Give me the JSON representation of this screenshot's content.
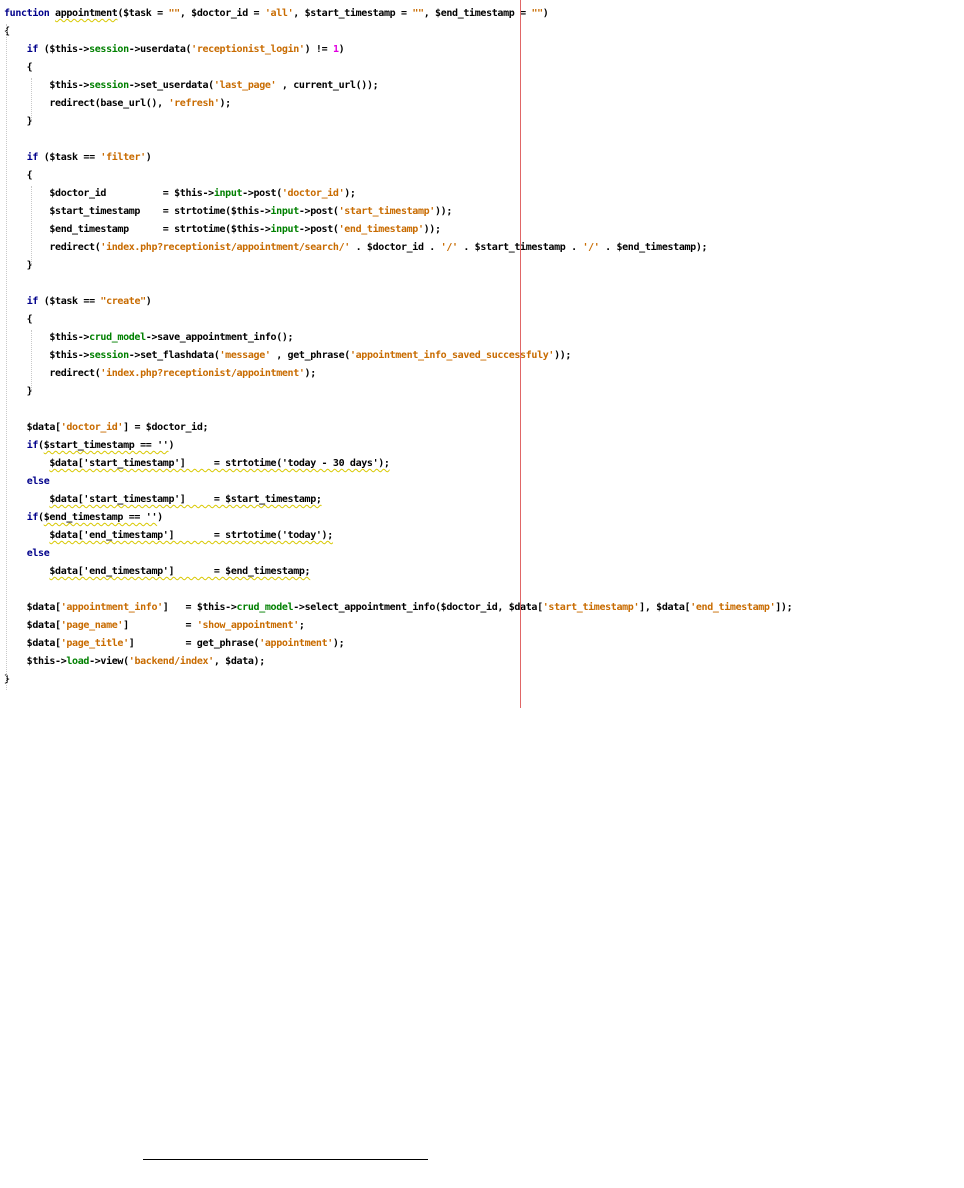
{
  "code": {
    "lines": [
      [
        {
          "t": "function",
          "c": "kw"
        },
        {
          "t": " "
        },
        {
          "t": "appointment",
          "c": "squig"
        },
        {
          "t": "($task = "
        },
        {
          "t": "\"\"",
          "c": "str"
        },
        {
          "t": ", $doctor_id = "
        },
        {
          "t": "'all'",
          "c": "str"
        },
        {
          "t": ", $start_timestamp = "
        },
        {
          "t": "\"\"",
          "c": "str"
        },
        {
          "t": ", $end_timestamp = "
        },
        {
          "t": "\"\"",
          "c": "str"
        },
        {
          "t": ")"
        }
      ],
      [
        {
          "t": "{"
        }
      ],
      [
        {
          "t": "    "
        },
        {
          "t": "if",
          "c": "kw"
        },
        {
          "t": " ($this->"
        },
        {
          "t": "session",
          "c": "prop"
        },
        {
          "t": "->userdata("
        },
        {
          "t": "'receptionist_login'",
          "c": "str"
        },
        {
          "t": ") != "
        },
        {
          "t": "1",
          "c": "num"
        },
        {
          "t": ")"
        }
      ],
      [
        {
          "t": "    {"
        }
      ],
      [
        {
          "t": "        $this->"
        },
        {
          "t": "session",
          "c": "prop"
        },
        {
          "t": "->set_userdata("
        },
        {
          "t": "'last_page'",
          "c": "str"
        },
        {
          "t": " , current_url());"
        }
      ],
      [
        {
          "t": "        redirect(base_url(), "
        },
        {
          "t": "'refresh'",
          "c": "str"
        },
        {
          "t": ");"
        }
      ],
      [
        {
          "t": "    }"
        }
      ],
      [],
      [
        {
          "t": "    "
        },
        {
          "t": "if",
          "c": "kw"
        },
        {
          "t": " ($task == "
        },
        {
          "t": "'filter'",
          "c": "str"
        },
        {
          "t": ")"
        }
      ],
      [
        {
          "t": "    {"
        }
      ],
      [
        {
          "t": "        $doctor_id          = $this->"
        },
        {
          "t": "input",
          "c": "prop"
        },
        {
          "t": "->post("
        },
        {
          "t": "'doctor_id'",
          "c": "str"
        },
        {
          "t": ");"
        }
      ],
      [
        {
          "t": "        $start_timestamp    = strtotime($this->"
        },
        {
          "t": "input",
          "c": "prop"
        },
        {
          "t": "->post("
        },
        {
          "t": "'start_timestamp'",
          "c": "str"
        },
        {
          "t": "));"
        }
      ],
      [
        {
          "t": "        $end_timestamp      = strtotime($this->"
        },
        {
          "t": "input",
          "c": "prop"
        },
        {
          "t": "->post("
        },
        {
          "t": "'end_timestamp'",
          "c": "str"
        },
        {
          "t": "));"
        }
      ],
      [
        {
          "t": "        redirect("
        },
        {
          "t": "'index.php?receptionist/appointment/search/'",
          "c": "str"
        },
        {
          "t": " . $doctor_id . "
        },
        {
          "t": "'/'",
          "c": "str"
        },
        {
          "t": " . $start_timestamp . "
        },
        {
          "t": "'/'",
          "c": "str"
        },
        {
          "t": " . $end_timestamp);"
        }
      ],
      [
        {
          "t": "    }"
        }
      ],
      [],
      [
        {
          "t": "    "
        },
        {
          "t": "if",
          "c": "kw"
        },
        {
          "t": " ($task == "
        },
        {
          "t": "\"create\"",
          "c": "str"
        },
        {
          "t": ")"
        }
      ],
      [
        {
          "t": "    {"
        }
      ],
      [
        {
          "t": "        $this->"
        },
        {
          "t": "crud_model",
          "c": "prop"
        },
        {
          "t": "->save_appointment_info();"
        }
      ],
      [
        {
          "t": "        $this->"
        },
        {
          "t": "session",
          "c": "prop"
        },
        {
          "t": "->set_flashdata("
        },
        {
          "t": "'message'",
          "c": "str"
        },
        {
          "t": " , get_phrase("
        },
        {
          "t": "'appointment_info_saved_successfuly'",
          "c": "str"
        },
        {
          "t": "));"
        }
      ],
      [
        {
          "t": "        redirect("
        },
        {
          "t": "'index.php?receptionist/appointment'",
          "c": "str"
        },
        {
          "t": ");"
        }
      ],
      [
        {
          "t": "    }"
        }
      ],
      [],
      [
        {
          "t": "    $data["
        },
        {
          "t": "'doctor_id'",
          "c": "str"
        },
        {
          "t": "] = $doctor_id;"
        }
      ],
      [
        {
          "t": "    "
        },
        {
          "t": "if",
          "c": "kw"
        },
        {
          "t": "("
        },
        {
          "t": "$start_timestamp == ''",
          "c": "squig"
        },
        {
          "t": ")"
        }
      ],
      [
        {
          "t": "        "
        },
        {
          "t": "$data['start_timestamp']     = strtotime('today - 30 days');",
          "c": "squig"
        }
      ],
      [
        {
          "t": "    "
        },
        {
          "t": "else",
          "c": "kw"
        }
      ],
      [
        {
          "t": "        "
        },
        {
          "t": "$data['start_timestamp']     = $start_timestamp;",
          "c": "squig"
        }
      ],
      [
        {
          "t": "    "
        },
        {
          "t": "if",
          "c": "kw"
        },
        {
          "t": "("
        },
        {
          "t": "$end_timestamp == ''",
          "c": "squig"
        },
        {
          "t": ")"
        }
      ],
      [
        {
          "t": "        "
        },
        {
          "t": "$data['end_timestamp']       = strtotime('today');",
          "c": "squig"
        }
      ],
      [
        {
          "t": "    "
        },
        {
          "t": "else",
          "c": "kw"
        }
      ],
      [
        {
          "t": "        "
        },
        {
          "t": "$data['end_timestamp']       = $end_timestamp;",
          "c": "squig"
        }
      ],
      [],
      [
        {
          "t": "    $data["
        },
        {
          "t": "'appointment_info'",
          "c": "str"
        },
        {
          "t": "]   = $this->"
        },
        {
          "t": "crud_model",
          "c": "prop"
        },
        {
          "t": "->select_appointment_info($doctor_id, $data["
        },
        {
          "t": "'start_timestamp'",
          "c": "str"
        },
        {
          "t": "], $data["
        },
        {
          "t": "'end_timestamp'",
          "c": "str"
        },
        {
          "t": "]);"
        }
      ],
      [
        {
          "t": "    $data["
        },
        {
          "t": "'page_name'",
          "c": "str"
        },
        {
          "t": "]          = "
        },
        {
          "t": "'show_appointment'",
          "c": "str"
        },
        {
          "t": ";"
        }
      ],
      [
        {
          "t": "    $data["
        },
        {
          "t": "'page_title'",
          "c": "str"
        },
        {
          "t": "]         = get_phrase("
        },
        {
          "t": "'appointment'",
          "c": "str"
        },
        {
          "t": ");"
        }
      ],
      [
        {
          "t": "    $this->"
        },
        {
          "t": "load",
          "c": "prop"
        },
        {
          "t": "->view("
        },
        {
          "t": "'backend/index'",
          "c": "str"
        },
        {
          "t": ", $data);"
        }
      ],
      [
        {
          "t": "}"
        }
      ]
    ]
  }
}
